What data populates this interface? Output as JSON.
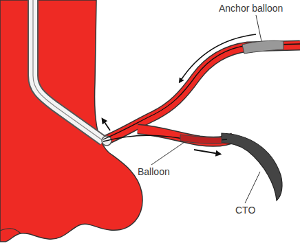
{
  "diagram": {
    "labels": [
      "Anchor balloon",
      "Balloon",
      "CTO"
    ]
  }
}
